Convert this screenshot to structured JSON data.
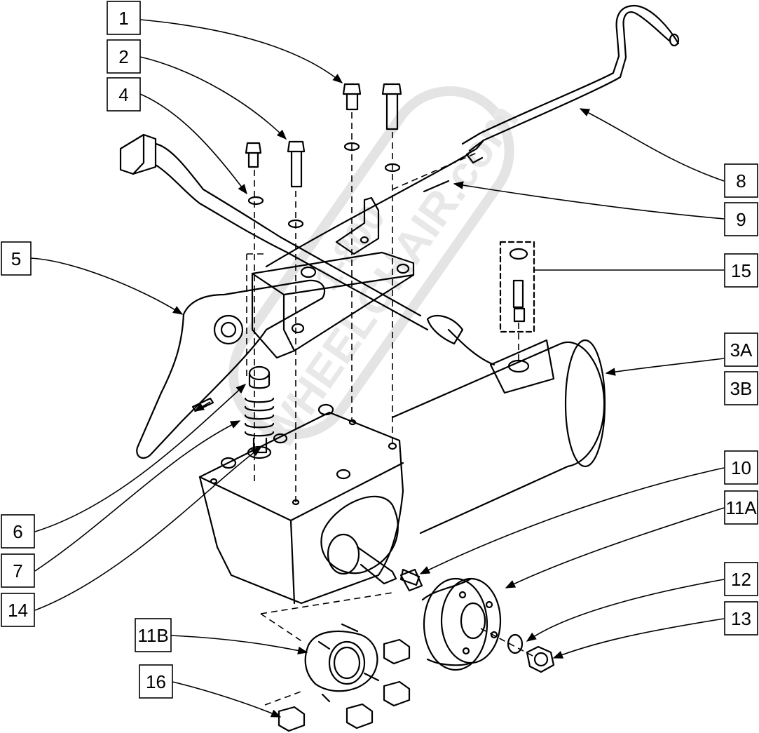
{
  "watermark": {
    "line1": "1-800",
    "line2": "WHEELCHAIR.com"
  },
  "callouts": [
    {
      "id": "c1",
      "label": "1"
    },
    {
      "id": "c2",
      "label": "2"
    },
    {
      "id": "c4",
      "label": "4"
    },
    {
      "id": "c5",
      "label": "5"
    },
    {
      "id": "c6",
      "label": "6"
    },
    {
      "id": "c7",
      "label": "7"
    },
    {
      "id": "c14",
      "label": "14"
    },
    {
      "id": "c8",
      "label": "8"
    },
    {
      "id": "c9",
      "label": "9"
    },
    {
      "id": "c15",
      "label": "15"
    },
    {
      "id": "c3a",
      "label": "3A"
    },
    {
      "id": "c3b",
      "label": "3B"
    },
    {
      "id": "c10",
      "label": "10"
    },
    {
      "id": "c11a",
      "label": "11A"
    },
    {
      "id": "c12",
      "label": "12"
    },
    {
      "id": "c13",
      "label": "13"
    },
    {
      "id": "c11b",
      "label": "11B"
    },
    {
      "id": "c16",
      "label": "16"
    }
  ]
}
